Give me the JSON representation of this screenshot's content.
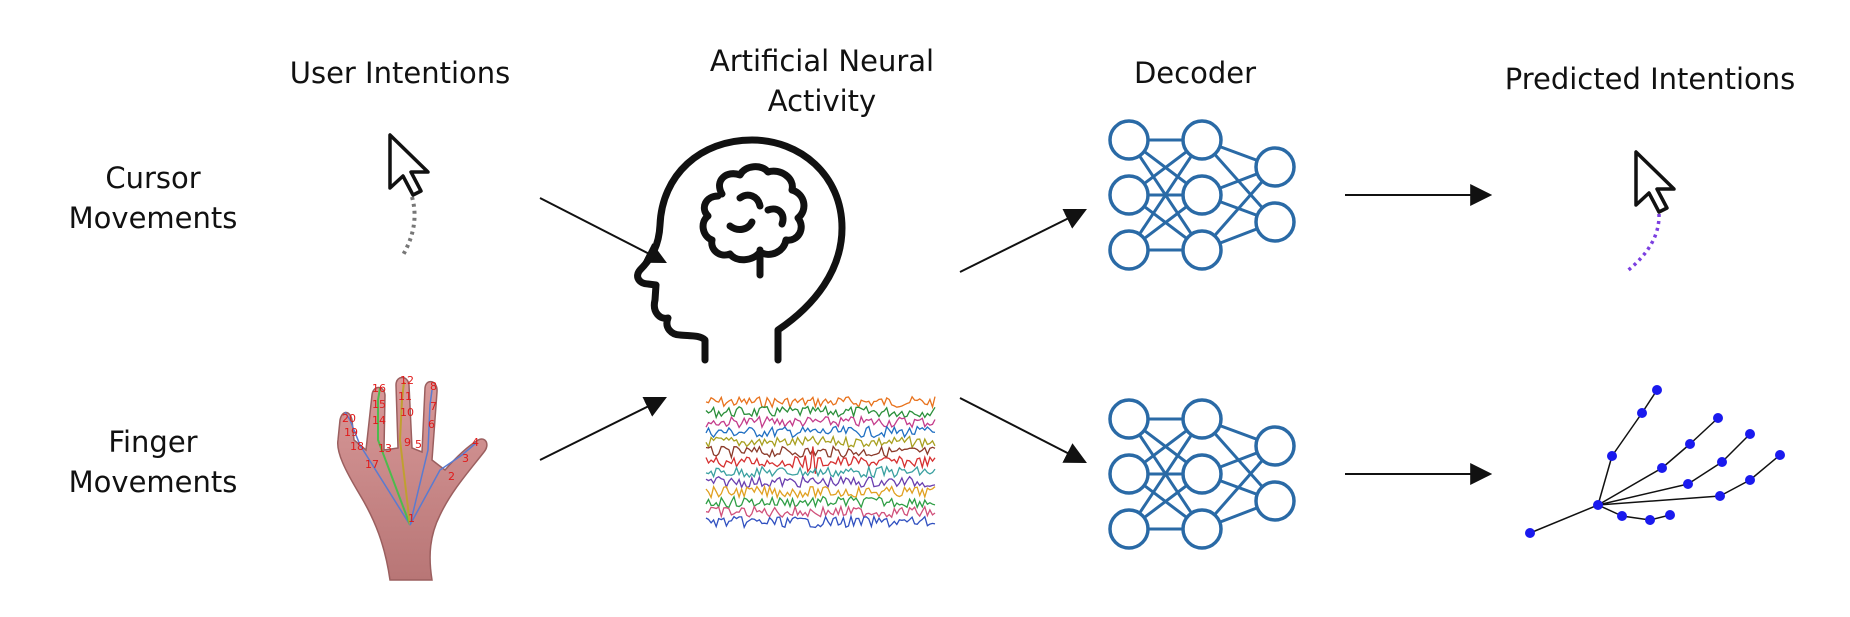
{
  "headers": {
    "user_intentions": "User Intentions",
    "neural_activity_line1": "Artificial Neural",
    "neural_activity_line2": "Activity",
    "decoder": "Decoder",
    "predicted_intentions": "Predicted Intentions"
  },
  "rows": {
    "cursor_line1": "Cursor",
    "cursor_line2": "Movements",
    "finger_line1": "Finger",
    "finger_line2": "Movements"
  },
  "hand_landmark_numbers": [
    "20",
    "19",
    "18",
    "17",
    "16",
    "15",
    "14",
    "13",
    "12",
    "11",
    "10",
    "9",
    "8",
    "7",
    "6",
    "5",
    "4",
    "3",
    "2",
    "1"
  ],
  "colors": {
    "network": "#2a6aa6",
    "cursor_trail_user": "#777777",
    "cursor_trail_predicted": "#7b3fe0",
    "hand_skin": "#c98a8a",
    "skeleton_node": "#1a1aee",
    "arrow": "#111111",
    "signal_traces": [
      "#e8721c",
      "#2a8f3a",
      "#c43c8b",
      "#1f6fc2",
      "#a8a020",
      "#8b3a2a",
      "#d63030",
      "#3aa0a0",
      "#6a3fb0",
      "#e0a020",
      "#2f9e45",
      "#d0507a",
      "#3050c0"
    ]
  },
  "icons": {
    "user_cursor": "cursor-arrow-icon",
    "brain_head": "brain-head-icon",
    "decoder_network": "neural-network-icon",
    "predicted_cursor": "cursor-arrow-icon"
  }
}
